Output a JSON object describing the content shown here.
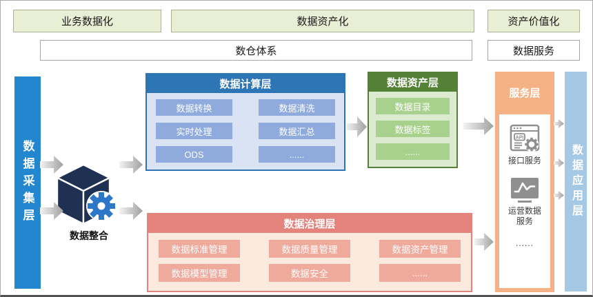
{
  "top_flow": {
    "stages": [
      {
        "label": "业务数据化"
      },
      {
        "label": "数据资产化"
      },
      {
        "label": "资产价值化"
      }
    ],
    "systems": [
      {
        "label": "数仓体系"
      },
      {
        "label": "数据服务"
      }
    ]
  },
  "layers": {
    "collection": {
      "label": "数据采集层"
    },
    "integration": {
      "label": "数据整合"
    },
    "computing": {
      "title": "数据计算层",
      "items": [
        "数据转换",
        "数据清洗",
        "实时处理",
        "数据汇总",
        "ODS",
        "......"
      ]
    },
    "asset": {
      "title": "数据资产层",
      "items": [
        "数据目录",
        "数据标签",
        "......"
      ]
    },
    "governance": {
      "title": "数据治理层",
      "items": [
        "数据标准管理",
        "数据质量管理",
        "数据资产管理",
        "数据模型管理",
        "数据安全",
        "......"
      ]
    },
    "service": {
      "title": "服务层",
      "items": [
        {
          "icon": "api-icon",
          "label": "接口服务"
        },
        {
          "icon": "line-chart-monitor-icon",
          "label": "运营数据服务"
        }
      ],
      "more": "......"
    },
    "application": {
      "label": "数据应用层"
    }
  },
  "colors": {
    "collection_bar": "#2287cf",
    "application_bar": "#a5c9e5",
    "computing_primary": "#2e75b6",
    "computing_body": "#dae3f3",
    "computing_item": "#8faadc",
    "asset_primary": "#538135",
    "asset_body": "#dcead0",
    "asset_item": "#a9d18e",
    "governance_primary": "#e3837b",
    "governance_body": "#fce9dd",
    "governance_item": "#f0aa9c",
    "service_bg": "#f5b285",
    "stage_band_bg": "#e9efd4",
    "stage_band_border": "#a9b48e",
    "cube": "#1e3152",
    "gear": "#2d77c9",
    "icon_gray": "#8f8f8f",
    "arrow_light": "#f3f3f3",
    "arrow_dark": "#a0a0a0"
  }
}
